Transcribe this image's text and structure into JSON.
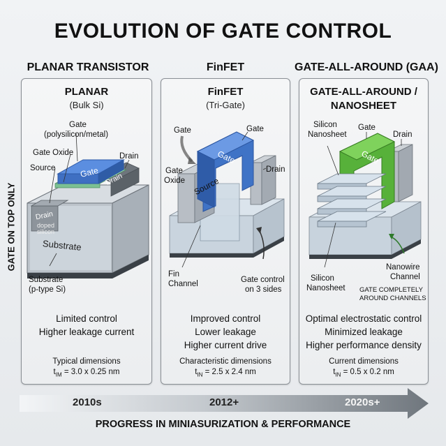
{
  "title": "EVOLUTION OF GATE CONTROL",
  "side_label": "GATE ON TOP ONLY",
  "columns": [
    {
      "heading": "PLANAR TRANSISTOR",
      "panel_title": "PLANAR",
      "panel_subtitle": "(Bulk Si)",
      "labels": {
        "gate": "Gate",
        "gate_material": "(polysilicon/metal)",
        "gate_oxide": "Gate Oxide",
        "source": "Source",
        "drain_top": "Drain",
        "drain_block": "Drain",
        "drain_right": "Drain",
        "gate_on_device": "Gate",
        "doped1": "doped",
        "doped2": "silicon",
        "substrate_block": "Substrate",
        "substrate": "Substrate",
        "substrate_type": "(p-type Si)"
      },
      "description": [
        "Limited control",
        "Higher leakage current"
      ],
      "dims_title": "Typical dimensions",
      "dims_value": "t",
      "dims_sub": "IM",
      "dims_rest": " = 3.0 x 0.25 nm"
    },
    {
      "heading": "FinFET",
      "panel_title": "FinFET",
      "panel_subtitle": "(Tri-Gate)",
      "labels": {
        "gate_left": "Gate",
        "gate_right": "Gate",
        "gate_oxide1": "Gate",
        "gate_oxide2": "Oxide",
        "drain": "Drain",
        "source": "Source",
        "gate_on_device": "Gate",
        "fin1": "Fin",
        "fin2": "Channel",
        "control1": "Gate control",
        "control2": "on 3 sides"
      },
      "description": [
        "Improved control",
        "Lower leakage",
        "Higher current drive"
      ],
      "dims_title": "Characteristic dimensions",
      "dims_value": "t",
      "dims_sub": "IN",
      "dims_rest": " = 2.5 x 2.4 nm"
    },
    {
      "heading": "GATE-ALL-AROUND (GAA)",
      "panel_title": "GATE-ALL-AROUND /",
      "panel_subtitle": "NANOSHEET",
      "labels": {
        "nano_top1": "Silicon",
        "nano_top2": "Nanosheet",
        "gate": "Gate",
        "drain": "Drain",
        "gate_on_device": "Gate",
        "nano_bot1": "Silicon",
        "nano_bot2": "Nanosheet",
        "wire1": "Nanowire",
        "wire2": "Channel",
        "complete1": "GATE COMPLETELY",
        "complete2": "AROUND CHANNELS"
      },
      "description": [
        "Optimal electrostatic control",
        "Minimized leakage",
        "Higher performance density"
      ],
      "dims_title": "Current dimensions",
      "dims_value": "t",
      "dims_sub": "IN",
      "dims_rest": " = 0.5 x 0.2 nm"
    }
  ],
  "timeline": [
    "2010s",
    "2012+",
    "2020s+"
  ],
  "footer": "PROGRESS IN MINIASURIZATION & PERFORMANCE",
  "colors": {
    "gate_blue": "#3f78c8",
    "gate_green": "#58b43a",
    "block_gray": "#b9bec4",
    "glass": "#cfdbe6"
  }
}
